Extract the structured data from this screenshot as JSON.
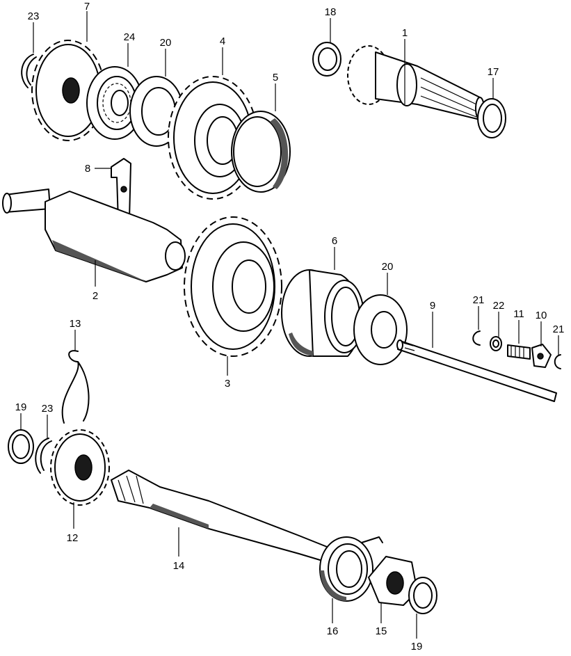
{
  "callouts": [
    {
      "id": "c1",
      "text": "1"
    },
    {
      "id": "c2",
      "text": "2"
    },
    {
      "id": "c3",
      "text": "3"
    },
    {
      "id": "c4",
      "text": "4"
    },
    {
      "id": "c5",
      "text": "5"
    },
    {
      "id": "c6",
      "text": "6"
    },
    {
      "id": "c7",
      "text": "7"
    },
    {
      "id": "c8",
      "text": "8"
    },
    {
      "id": "c9",
      "text": "9"
    },
    {
      "id": "c10",
      "text": "10"
    },
    {
      "id": "c11",
      "text": "11"
    },
    {
      "id": "c12",
      "text": "12"
    },
    {
      "id": "c13",
      "text": "13"
    },
    {
      "id": "c14",
      "text": "14"
    },
    {
      "id": "c15",
      "text": "15"
    },
    {
      "id": "c16",
      "text": "16"
    },
    {
      "id": "c17",
      "text": "17"
    },
    {
      "id": "c18",
      "text": "18"
    },
    {
      "id": "c19a",
      "text": "19"
    },
    {
      "id": "c19b",
      "text": "19"
    },
    {
      "id": "c20a",
      "text": "20"
    },
    {
      "id": "c20b",
      "text": "20"
    },
    {
      "id": "c21a",
      "text": "21"
    },
    {
      "id": "c21b",
      "text": "21"
    },
    {
      "id": "c22",
      "text": "22"
    },
    {
      "id": "c23a",
      "text": "23"
    },
    {
      "id": "c23b",
      "text": "23"
    },
    {
      "id": "c24",
      "text": "24"
    }
  ]
}
